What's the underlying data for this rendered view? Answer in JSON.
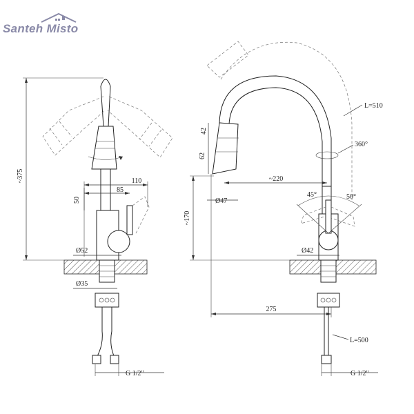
{
  "brand": {
    "logo_text": "Santeh Misto"
  },
  "front_view": {
    "height_total": "~375",
    "spout_width": "110",
    "spout_offset": "85",
    "lever_height": "50",
    "base_diameter": "Ø52",
    "shank_diameter": "Ø35",
    "connection": "G 1/2\""
  },
  "side_view": {
    "hose_length": "L=510",
    "rotation": "360°",
    "reach": "~220",
    "head_dim_1": "42",
    "head_dim_2": "62",
    "head_diameter": "Ø47",
    "spout_height": "~170",
    "angle_left": "45°",
    "angle_right": "50°",
    "base_diameter": "Ø42",
    "total_width": "275",
    "supply_hose": "L=500",
    "connection": "G 1/2\""
  },
  "colors": {
    "line": "#222222",
    "logo": "#8a8aa8",
    "hatch": "#555555"
  }
}
